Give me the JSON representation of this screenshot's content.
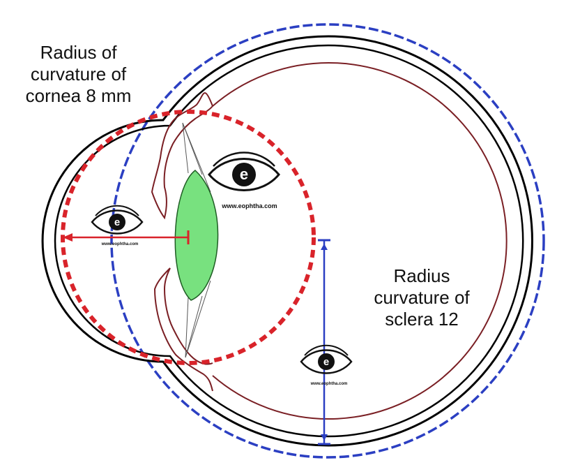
{
  "labels": {
    "cornea": [
      "Radius of",
      "curvature of",
      "cornea 8 mm"
    ],
    "sclera": [
      "Radius",
      "curvature of",
      "sclera 12"
    ]
  },
  "watermark": {
    "logo_letter": "e",
    "site": "www.eophtha.com"
  },
  "colors": {
    "outline": "#000000",
    "retina": "#7a1f24",
    "cornea_circle": "#d9232a",
    "sclera_circle": "#2b3fc2",
    "lens_fill": "#78e17f",
    "lens_stroke": "#1f5d24",
    "cornea_radius": "#d9232a",
    "sclera_radius": "#2b3fc2"
  },
  "icons": [
    "eye-logo-icon"
  ]
}
